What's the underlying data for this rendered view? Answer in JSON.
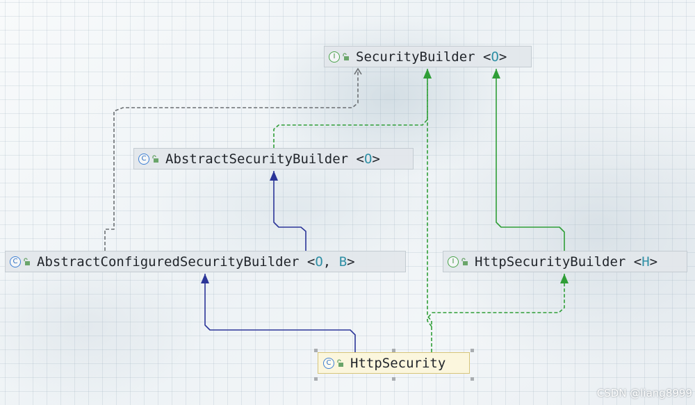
{
  "diagram": {
    "nodes": [
      {
        "id": "security-builder",
        "kind": "interface",
        "kind_glyph": "I",
        "name": "SecurityBuilder",
        "lt": "<",
        "params": [
          "O"
        ],
        "sep": ", ",
        "gt": ">"
      },
      {
        "id": "abstract-security-builder",
        "kind": "class",
        "kind_glyph": "C",
        "name": "AbstractSecurityBuilder",
        "lt": "<",
        "params": [
          "O"
        ],
        "sep": ", ",
        "gt": ">"
      },
      {
        "id": "abstract-configured-security-builder",
        "kind": "class",
        "kind_glyph": "C",
        "name": "AbstractConfiguredSecurityBuilder",
        "lt": "<",
        "params": [
          "O",
          "B"
        ],
        "sep": ", ",
        "gt": ">"
      },
      {
        "id": "http-security-builder",
        "kind": "interface",
        "kind_glyph": "I",
        "name": "HttpSecurityBuilder",
        "lt": "<",
        "params": [
          "H"
        ],
        "sep": ", ",
        "gt": ">"
      },
      {
        "id": "http-security",
        "kind": "class",
        "kind_glyph": "C",
        "name": "HttpSecurity",
        "lt": "",
        "params": [],
        "sep": "",
        "gt": "",
        "selected": true
      }
    ],
    "edges": [
      {
        "from": "abstract-configured-security-builder",
        "to": "security-builder",
        "relation": "implements-gray"
      },
      {
        "from": "abstract-security-builder",
        "to": "security-builder",
        "relation": "implements"
      },
      {
        "from": "abstract-configured-security-builder",
        "to": "abstract-security-builder",
        "relation": "extends"
      },
      {
        "from": "http-security-builder",
        "to": "security-builder",
        "relation": "interface-extends"
      },
      {
        "from": "http-security",
        "to": "abstract-configured-security-builder",
        "relation": "extends"
      },
      {
        "from": "http-security",
        "to": "security-builder",
        "relation": "implements"
      },
      {
        "from": "http-security",
        "to": "http-security-builder",
        "relation": "implements"
      }
    ]
  },
  "colors": {
    "extends": "#2b3598",
    "implements": "#2f9e37",
    "interface_extends": "#2f9e37",
    "implements_gray": "#6b6f73",
    "interface_icon": "#4aa34a",
    "class_icon": "#3d7fd4",
    "type_param": "#2f8fa5"
  },
  "watermark": "CSDN @liang8999"
}
